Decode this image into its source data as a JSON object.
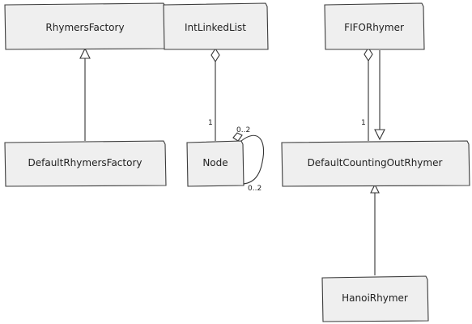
{
  "diagram": {
    "classes": {
      "rhymers_factory": "RhymersFactory",
      "int_linked_list": "IntLinkedList",
      "fifo_rhymer": "FIFORhymer",
      "default_rhymers_factory": "DefaultRhymersFactory",
      "node": "Node",
      "default_counting_out_rhymer": "DefaultCountingOutRhymer",
      "hanoi_rhymer": "HanoiRhymer"
    },
    "multiplicities": {
      "list_to_node": "1",
      "node_self_source": "0..2",
      "node_self_target": "0..2",
      "fifo_to_default": "1"
    }
  },
  "colors": {
    "box_fill": "#efefef",
    "box_stroke": "#3c3c3c",
    "line": "#333333"
  }
}
